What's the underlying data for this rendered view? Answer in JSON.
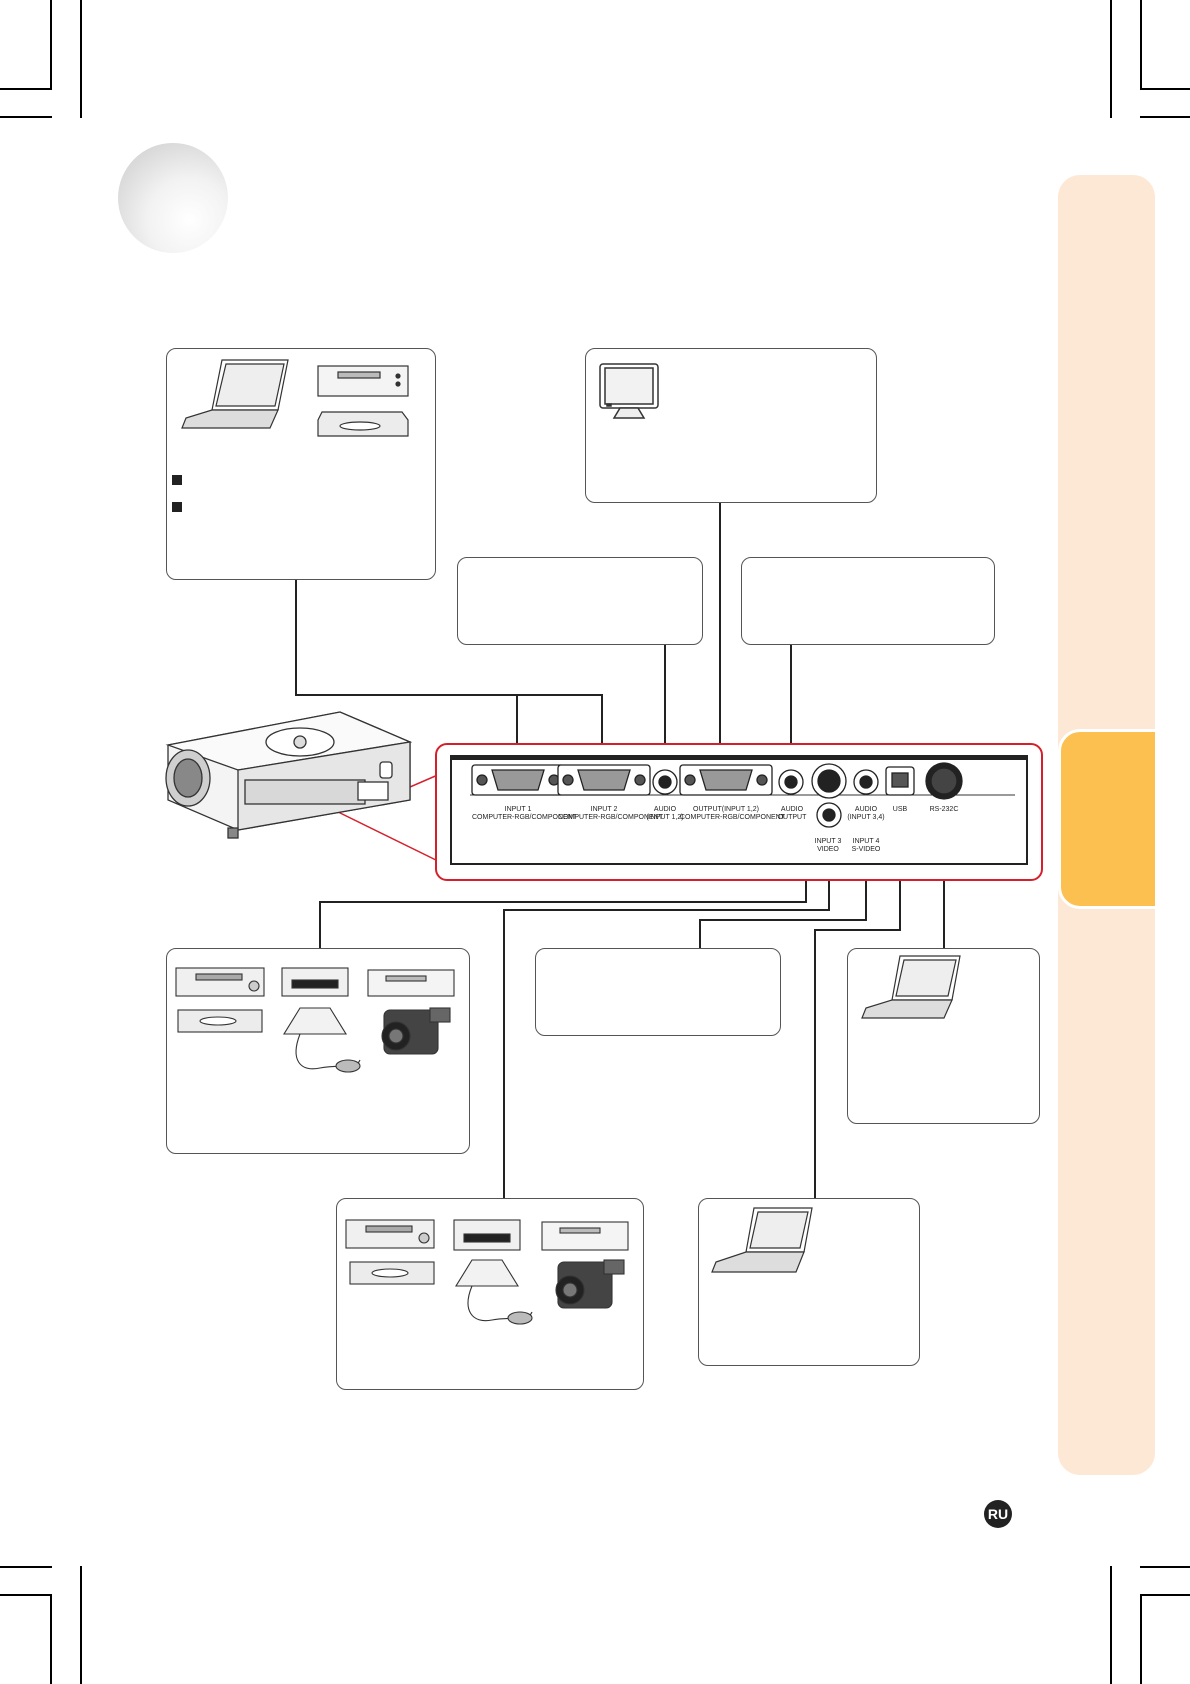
{
  "ports": {
    "input1": "INPUT 1",
    "input1_sub": "COMPUTER-RGB/COMPONENT",
    "input2": "INPUT 2",
    "input2_sub": "COMPUTER-RGB/COMPONENT",
    "audio_in12": "AUDIO",
    "audio_in12_sub": "(INPUT 1,2)",
    "output": "OUTPUT(INPUT 1,2)",
    "output_sub": "COMPUTER-RGB/COMPONENT",
    "audio_out": "AUDIO",
    "audio_out_sub": "OUTPUT",
    "audio_in34": "AUDIO",
    "audio_in34_sub": "(INPUT 3,4)",
    "input3": "INPUT 3",
    "input3_sub": "VIDEO",
    "input4": "INPUT 4",
    "input4_sub": "S-VIDEO",
    "usb": "USB",
    "rs232c": "RS-232C"
  },
  "badge": "RU",
  "colors": {
    "sidebar": "#fde8d6",
    "tab": "#fcc050",
    "panel_border": "#d5202c"
  },
  "icons": [
    "laptop-icon",
    "dvd-player-icon",
    "set-top-box-icon",
    "monitor-icon",
    "vcr-icon",
    "game-console-icon",
    "camcorder-icon",
    "projector-icon"
  ]
}
